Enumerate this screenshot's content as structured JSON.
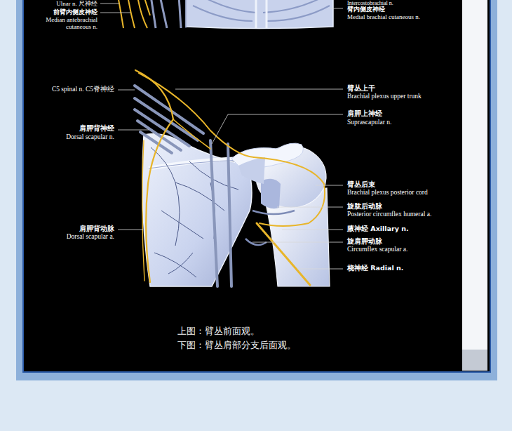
{
  "diagram": {
    "labels": [
      "Ulnar n. 尺神经",
      "前臂内侧皮神经",
      "Median antebrachial cutaneous n.",
      "Intercostobrachial n.",
      "臂内侧皮神经",
      "Medial brachial cutaneous n.",
      "C5 spinal n. C5脊神经",
      "肩胛背神经",
      "Dorsal scapular n.",
      "肩胛背动脉",
      "Dorsal scapular a.",
      "臂丛上干",
      "Brachial plexus upper trunk",
      "肩胛上神经",
      "Suprascapular n.",
      "臂丛后束",
      "Brachial plexus posterior cord",
      "旋肱后动脉",
      "Posterior circumflex humeral a.",
      "腋神经 Axillary n.",
      "旋肩胛动脉",
      "Circumflex scapular a.",
      "桡神经 Radial n.",
      "上图：臂丛前面观。",
      "下图：臂丛肩部分支后面观。"
    ]
  }
}
